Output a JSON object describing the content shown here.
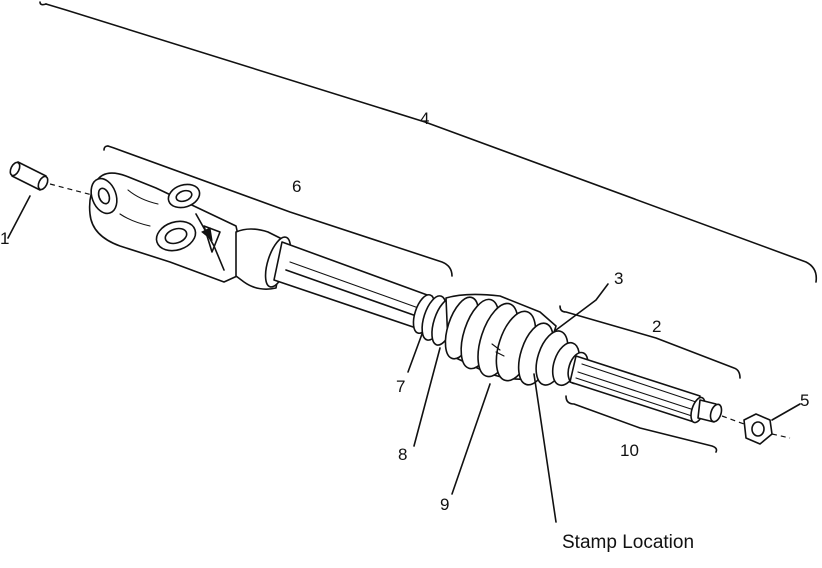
{
  "callouts": {
    "c1": "1",
    "c2": "2",
    "c3": "3",
    "c4": "4",
    "c5": "5",
    "c6": "6",
    "c7": "7",
    "c8": "8",
    "c9": "9",
    "c10": "10"
  },
  "stamp_label": "Stamp Location"
}
